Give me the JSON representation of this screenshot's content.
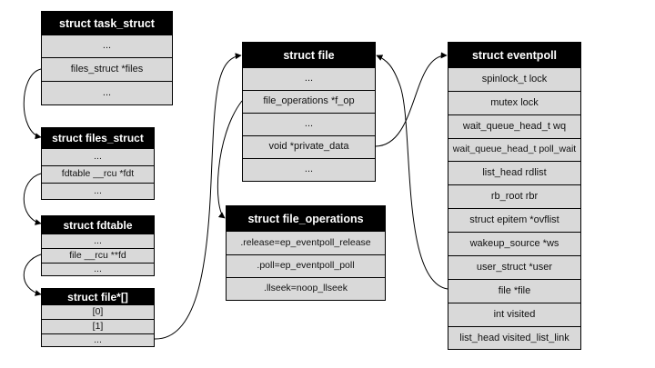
{
  "task_struct": {
    "title": "struct task_struct",
    "rows": [
      "...",
      "files_struct *files",
      "..."
    ]
  },
  "files_struct": {
    "title": "struct files_struct",
    "rows": [
      "...",
      "fdtable __rcu *fdt",
      "..."
    ]
  },
  "fdtable": {
    "title": "struct fdtable",
    "rows": [
      "...",
      "file __rcu **fd",
      "..."
    ]
  },
  "file_array": {
    "title": "struct file*[]",
    "rows": [
      "[0]",
      "[1]",
      "..."
    ]
  },
  "file": {
    "title": "struct file",
    "rows": [
      "...",
      "file_operations *f_op",
      "...",
      "void *private_data",
      "..."
    ]
  },
  "file_operations": {
    "title": "struct file_operations",
    "rows": [
      ".release=ep_eventpoll_release",
      ".poll=ep_eventpoll_poll",
      ".llseek=noop_llseek"
    ]
  },
  "eventpoll": {
    "title": "struct eventpoll",
    "rows": [
      "spinlock_t lock",
      "mutex lock",
      "wait_queue_head_t wq",
      "wait_queue_head_t poll_wait",
      "list_head rdlist",
      "rb_root rbr",
      "struct epitem *ovflist",
      "wakeup_source *ws",
      "user_struct *user",
      "file *file",
      "int visited",
      "list_head visited_list_link"
    ]
  }
}
